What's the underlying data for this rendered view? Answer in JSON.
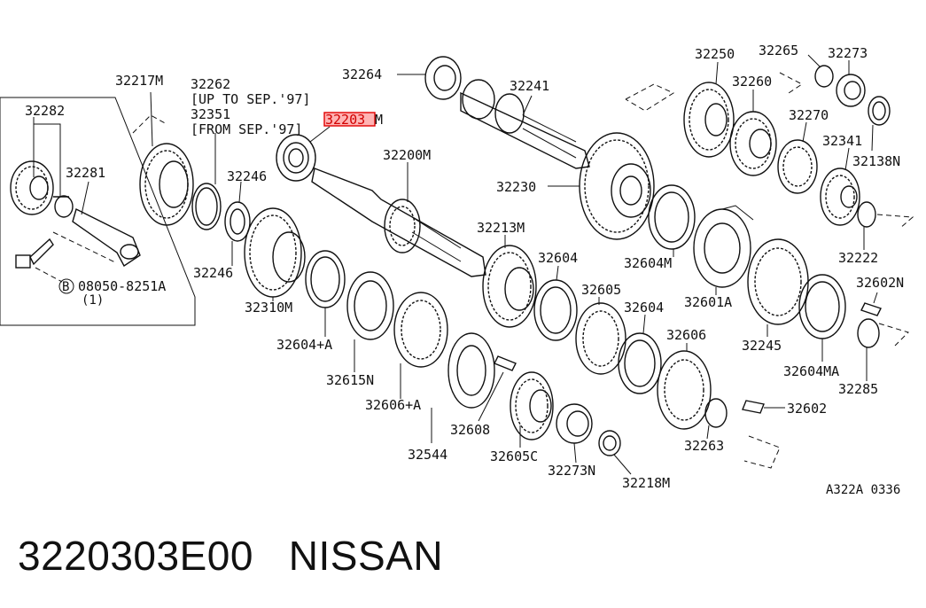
{
  "diagram": {
    "code": "A322A 0336",
    "labels": {
      "p32264": "32264",
      "p32241": "32241",
      "p32250": "32250",
      "p32265": "32265",
      "p32273": "32273",
      "p32260": "32260",
      "p32270": "32270",
      "p32341": "32341",
      "p32138N": "32138N",
      "p32217M": "32217M",
      "p32262": "32262",
      "up_to": "[UP TO SEP.'97]",
      "p32351": "32351",
      "from": "[FROM SEP.'97]",
      "p32203_highlight": "32203",
      "p32203_suffix": "M",
      "p32282": "32282",
      "p32281": "32281",
      "p32246a": "32246",
      "p32246b": "32246",
      "p32200M": "32200M",
      "p32230": "32230",
      "p32222": "32222",
      "p32213M": "32213M",
      "p32604a": "32604",
      "p32604M": "32604M",
      "p32601A": "32601A",
      "p32602N": "32602N",
      "bolt_ref": "08050-8251A",
      "bolt_circle": "B",
      "bolt_qty": "(1)",
      "p32310M": "32310M",
      "p32605": "32605",
      "p32604b": "32604",
      "p32245": "32245",
      "p32604A": "32604+A",
      "p32606": "32606",
      "p32604MA": "32604MA",
      "p32615N": "32615N",
      "p32285": "32285",
      "p32606A": "32606+A",
      "p32602": "32602",
      "p32608": "32608",
      "p32263": "32263",
      "p32544": "32544",
      "p32605C": "32605C",
      "p32273N": "32273N",
      "p32218M": "32218M"
    }
  },
  "caption": {
    "part_number": "3220303E00",
    "brand": "NISSAN"
  }
}
